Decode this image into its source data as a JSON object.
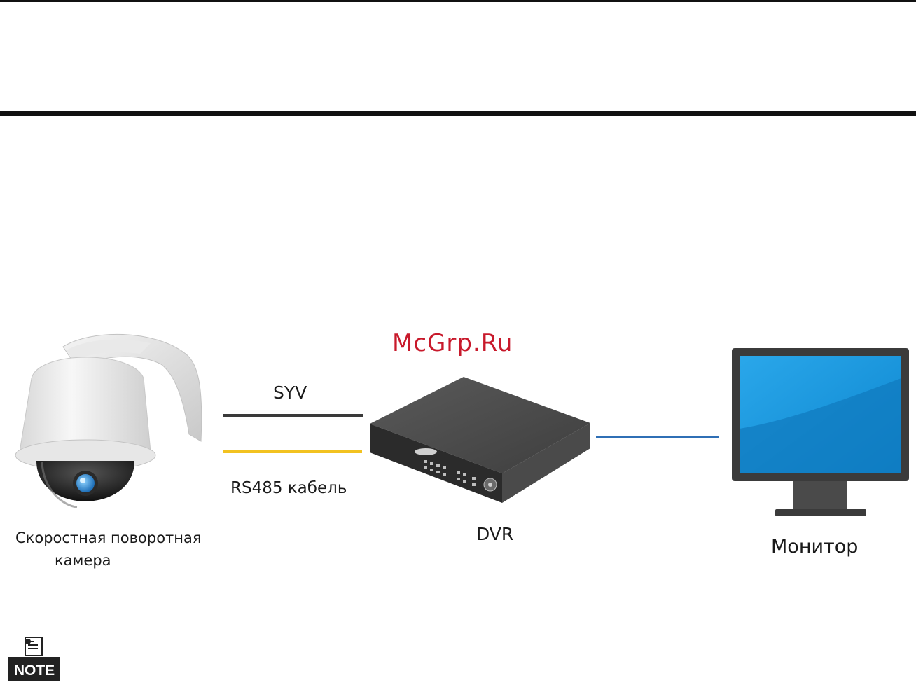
{
  "watermark": "McGrp.Ru",
  "cables": {
    "syv_label": "SYV",
    "rs485_label": "RS485 кабель",
    "colors": {
      "syv": "#3a3a3a",
      "rs485": "#f2c220",
      "video_out": "#2f6fb5"
    }
  },
  "devices": {
    "camera_label_line1": "Скоростная поворотная",
    "camera_label_line2": "камера",
    "dvr_label": "DVR",
    "monitor_label": "Монитор"
  },
  "note": {
    "text": "NOTE"
  },
  "icons": [
    "speed-dome-camera-icon",
    "dvr-box-icon",
    "monitor-icon",
    "note-icon"
  ]
}
